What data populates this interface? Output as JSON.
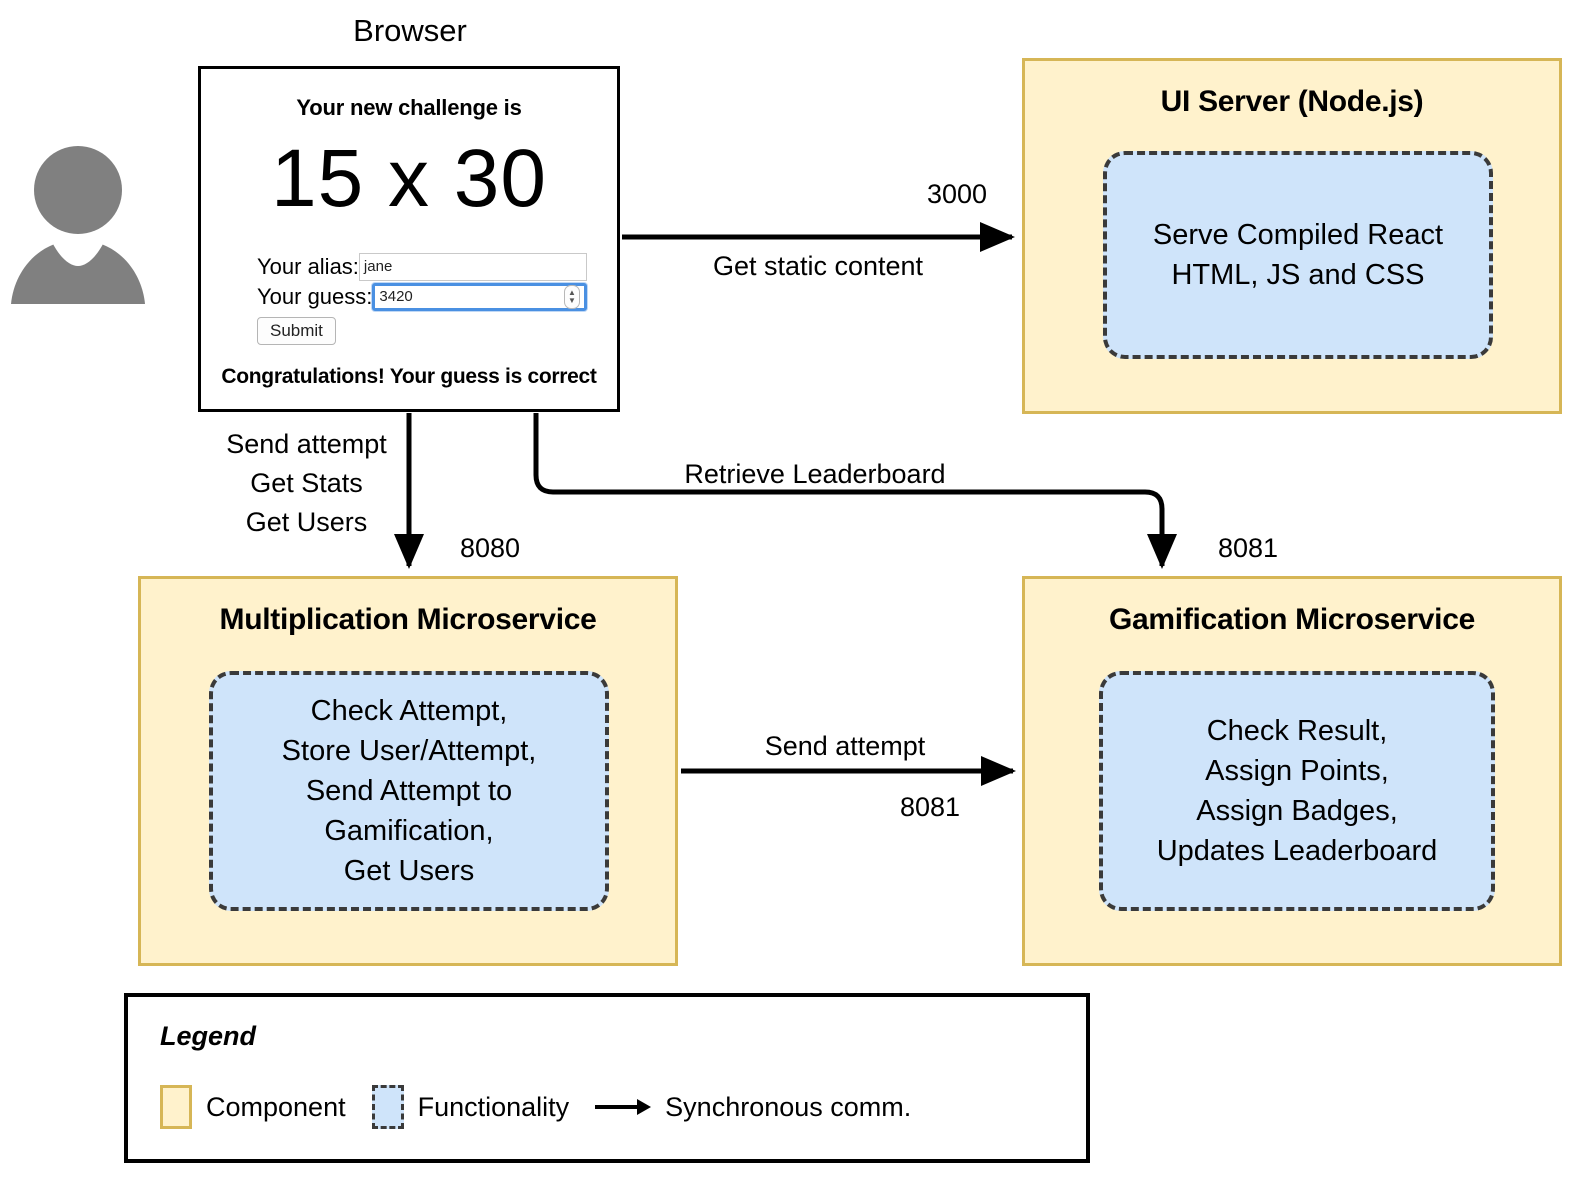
{
  "diagram": {
    "actor": {
      "icon": "user-avatar-icon"
    },
    "browser": {
      "title": "Browser",
      "challenge_label": "Your new challenge is",
      "challenge_value": "15 x 30",
      "alias_label": "Your alias:",
      "alias_value": "jane",
      "guess_label": "Your guess:",
      "guess_value": "3420",
      "submit_label": "Submit",
      "result_message": "Congratulations! Your guess is correct"
    },
    "components": [
      {
        "id": "ui-server",
        "title": "UI Server (Node.js)",
        "functionality": "Serve Compiled React\nHTML, JS and CSS"
      },
      {
        "id": "multiplication-microservice",
        "title": "Multiplication Microservice",
        "functionality": "Check Attempt,\nStore User/Attempt,\nSend Attempt to\nGamification,\nGet Users"
      },
      {
        "id": "gamification-microservice",
        "title": "Gamification Microservice",
        "functionality": "Check Result,\nAssign Points,\nAssign Badges,\nUpdates Leaderboard"
      }
    ],
    "edges": [
      {
        "id": "browser-to-ui-server",
        "label": "Get static content",
        "port": "3000"
      },
      {
        "id": "browser-to-multiplication",
        "label": "Send attempt\nGet Stats\nGet Users",
        "port": "8080"
      },
      {
        "id": "browser-to-gamification",
        "label": "Retrieve Leaderboard",
        "port": "8081"
      },
      {
        "id": "multiplication-to-gamification",
        "label": "Send attempt",
        "port": "8081"
      }
    ],
    "legend": {
      "title": "Legend",
      "items": [
        {
          "icon": "component-swatch-icon",
          "label": "Component"
        },
        {
          "icon": "functionality-swatch-icon",
          "label": "Functionality"
        },
        {
          "icon": "arrow-right-icon",
          "label": "Synchronous comm."
        }
      ]
    },
    "colors": {
      "component_fill": "#FFF2CC",
      "component_stroke": "#D6B656",
      "functionality_fill": "#CFE4FA",
      "functionality_stroke": "#3A3A3A",
      "actor_fill": "#808080",
      "edge_stroke": "#000000",
      "focus_outline": "#4A90E2"
    }
  }
}
